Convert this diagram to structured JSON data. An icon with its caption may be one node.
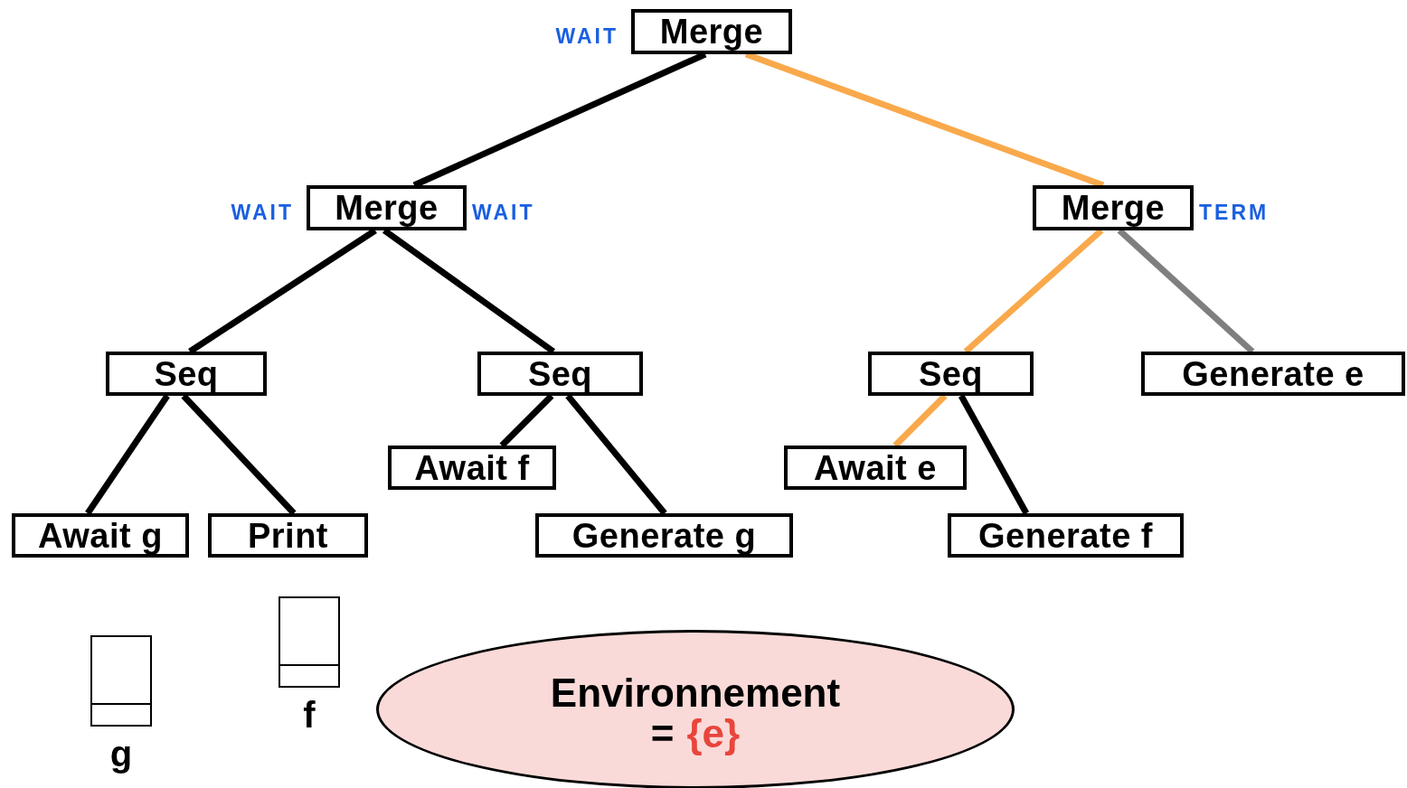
{
  "diagram": {
    "nodes": [
      {
        "text": [
          "Merge"
        ],
        "beside": [
          "WAIT"
        ]
      },
      {
        "text": [
          "Merge"
        ],
        "beside": [
          "WAIT",
          "WAIT"
        ]
      },
      {
        "text": [
          "Merge"
        ],
        "beside": [
          "TERM"
        ]
      },
      {
        "text": [
          "Seq"
        ]
      },
      {
        "text": [
          "Seq"
        ]
      },
      {
        "text": [
          "Seq"
        ]
      },
      {
        "text": [
          "Generate e"
        ]
      },
      {
        "text": [
          "Await g"
        ]
      },
      {
        "text": [
          "Print"
        ]
      },
      {
        "text": [
          "Await f"
        ]
      },
      {
        "text": [
          "Generate g"
        ]
      },
      {
        "text": [
          "Await e"
        ]
      },
      {
        "text": [
          "Generate f"
        ]
      },
      {
        "text": [
          "g"
        ]
      },
      {
        "text": [
          "f"
        ]
      },
      {
        "text": [
          "Environnement",
          "=",
          "{e}"
        ]
      }
    ],
    "edges": [
      {
        "from": 0,
        "to": 1,
        "arrow": "none"
      },
      {
        "from": 0,
        "to": 2,
        "arrow": "none",
        "color": "#f9a94b"
      },
      {
        "from": 1,
        "to": 3,
        "arrow": "none"
      },
      {
        "from": 1,
        "to": 4,
        "arrow": "none"
      },
      {
        "from": 2,
        "to": 5,
        "arrow": "none",
        "color": "#f9a94b"
      },
      {
        "from": 2,
        "to": 6,
        "arrow": "none",
        "color": "#7f7f7f"
      },
      {
        "from": 3,
        "to": 7,
        "arrow": "none"
      },
      {
        "from": 3,
        "to": 8,
        "arrow": "none"
      },
      {
        "from": 4,
        "to": 9,
        "arrow": "none"
      },
      {
        "from": 4,
        "to": 10,
        "arrow": "none"
      },
      {
        "from": 5,
        "to": 11,
        "arrow": "none",
        "color": "#f9a94b"
      },
      {
        "from": 5,
        "to": 12,
        "arrow": "none"
      }
    ]
  }
}
